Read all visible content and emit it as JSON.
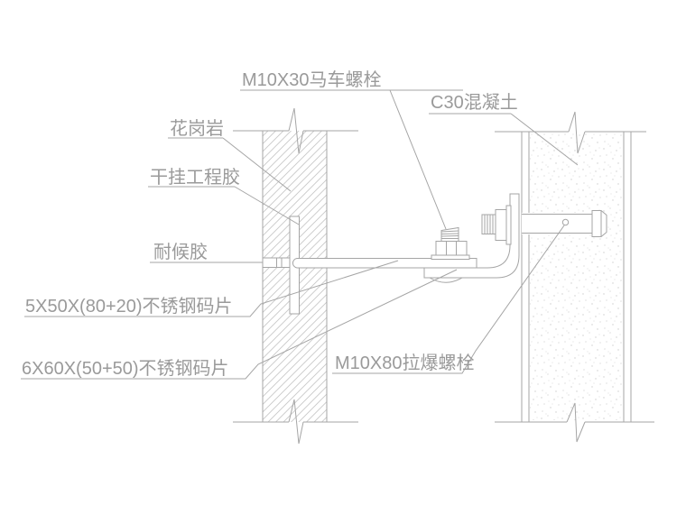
{
  "drawing": {
    "type": "cad-construction-detail",
    "description": "Dry-hang granite stone cladding anchoring detail section",
    "labels": {
      "carriage_bolt": "M10X30马车螺栓",
      "concrete": "C30混凝土",
      "granite": "花岗岩",
      "dry_hang_adhesive": "干挂工程胶",
      "weather_sealant": "耐候胶",
      "flat_plate": "5X50X(80+20)不锈钢码片",
      "angle_plate": "6X60X(50+50)不锈钢码片",
      "expansion_bolt": "M10X80拉爆螺栓"
    },
    "colors": {
      "background": "#ffffff",
      "line": "#a5a5a5",
      "text": "#9a9a9a",
      "hatch": "#c9c9c9",
      "stipple": "#cccccc"
    }
  }
}
